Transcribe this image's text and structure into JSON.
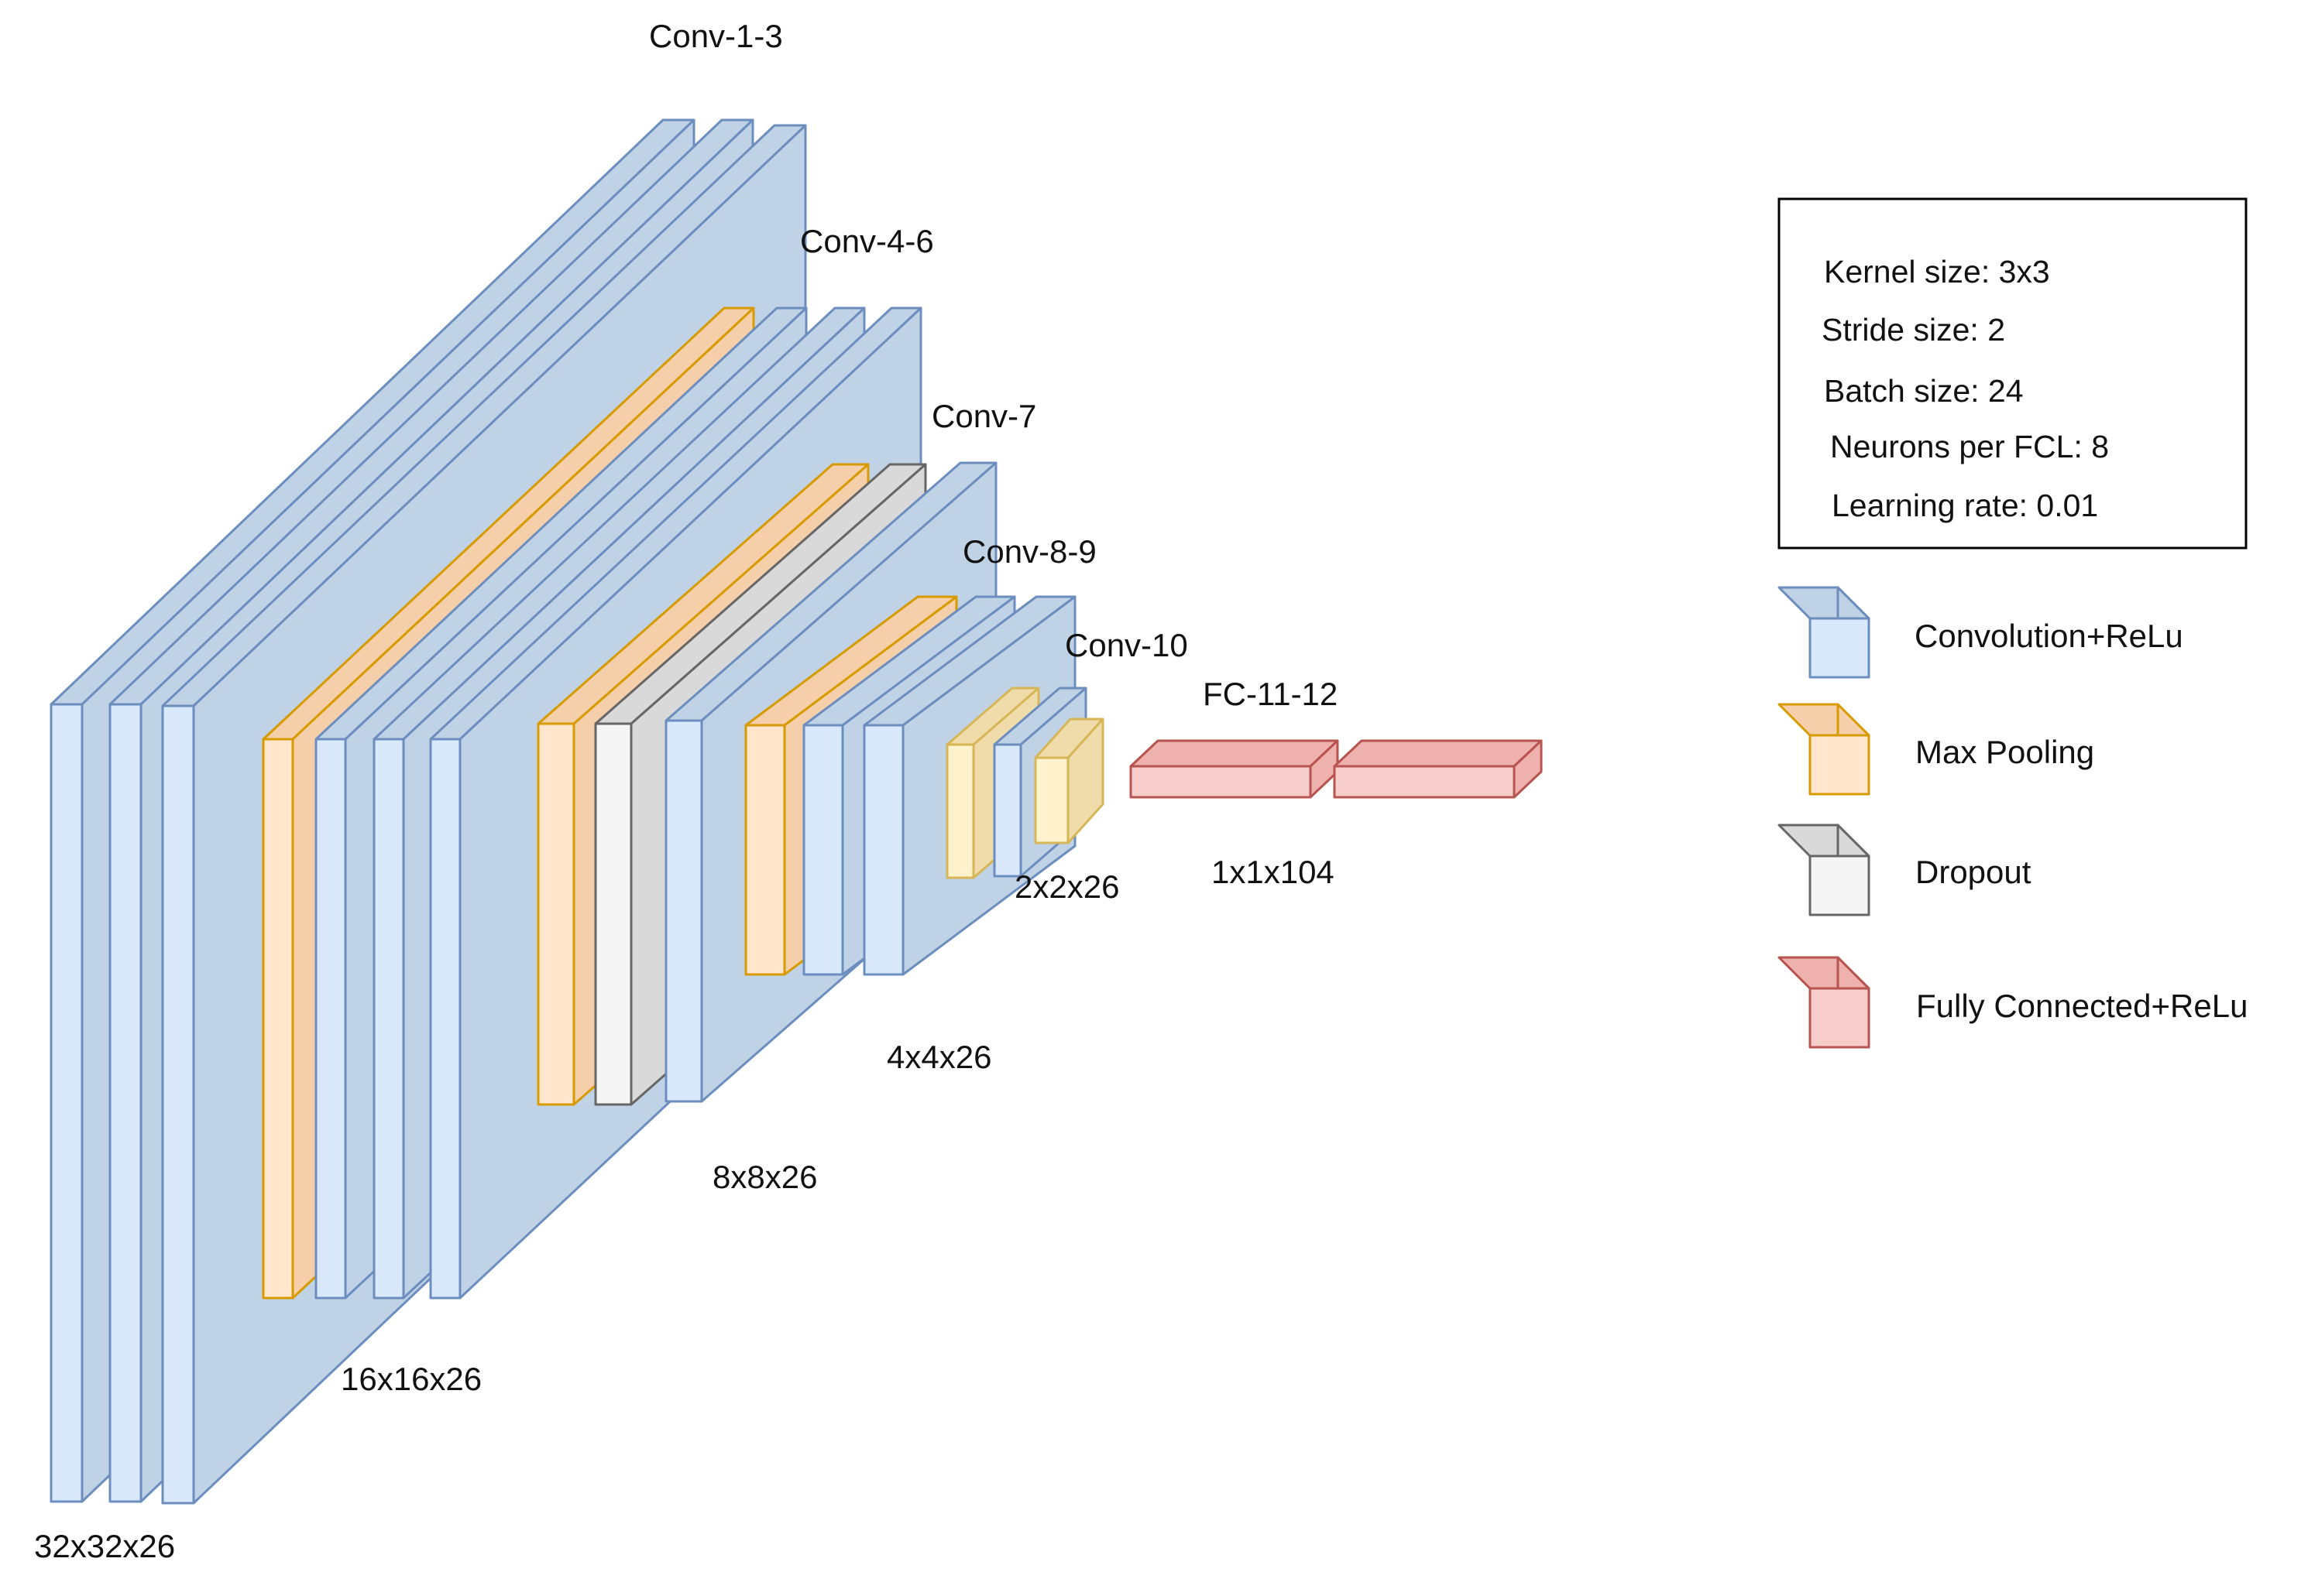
{
  "colors": {
    "conv": {
      "front": "#dae8fc",
      "side": "#c0d2e6",
      "stroke": "#6c8ebf"
    },
    "pool": {
      "front": "#ffe6cc",
      "side": "#f5cfaa",
      "stroke": "#d79b00"
    },
    "dropout": {
      "front": "#f5f5f5",
      "side": "#d9d9d9",
      "stroke": "#666666"
    },
    "fc": {
      "front": "#f8cecc",
      "side": "#eeb1ae",
      "stroke": "#b85450"
    },
    "pool_small": {
      "front": "#fff2cc",
      "side": "#efdcaa",
      "stroke": "#d6b656"
    }
  },
  "diagram": {
    "stage_labels": [
      "Conv-1-3",
      "Conv-4-6",
      "Conv-7",
      "Conv-8-9",
      "Conv-10",
      "FC-11-12"
    ],
    "dim_labels": [
      "32x32x26",
      "16x16x26",
      "8x8x26",
      "4x4x26",
      "2x2x26",
      "1x1x104"
    ]
  },
  "params": {
    "items": [
      "Kernel size: 3x3",
      "Stride size: 2",
      "Batch size: 24",
      "Neurons per FCL: 8",
      "Learning rate: 0.01"
    ]
  },
  "legend": {
    "items": [
      {
        "label": "Convolution+ReLu",
        "color": "conv"
      },
      {
        "label": "Max Pooling",
        "color": "pool"
      },
      {
        "label": "Dropout",
        "color": "dropout"
      },
      {
        "label": "Fully Connected+ReLu",
        "color": "fc"
      }
    ]
  }
}
